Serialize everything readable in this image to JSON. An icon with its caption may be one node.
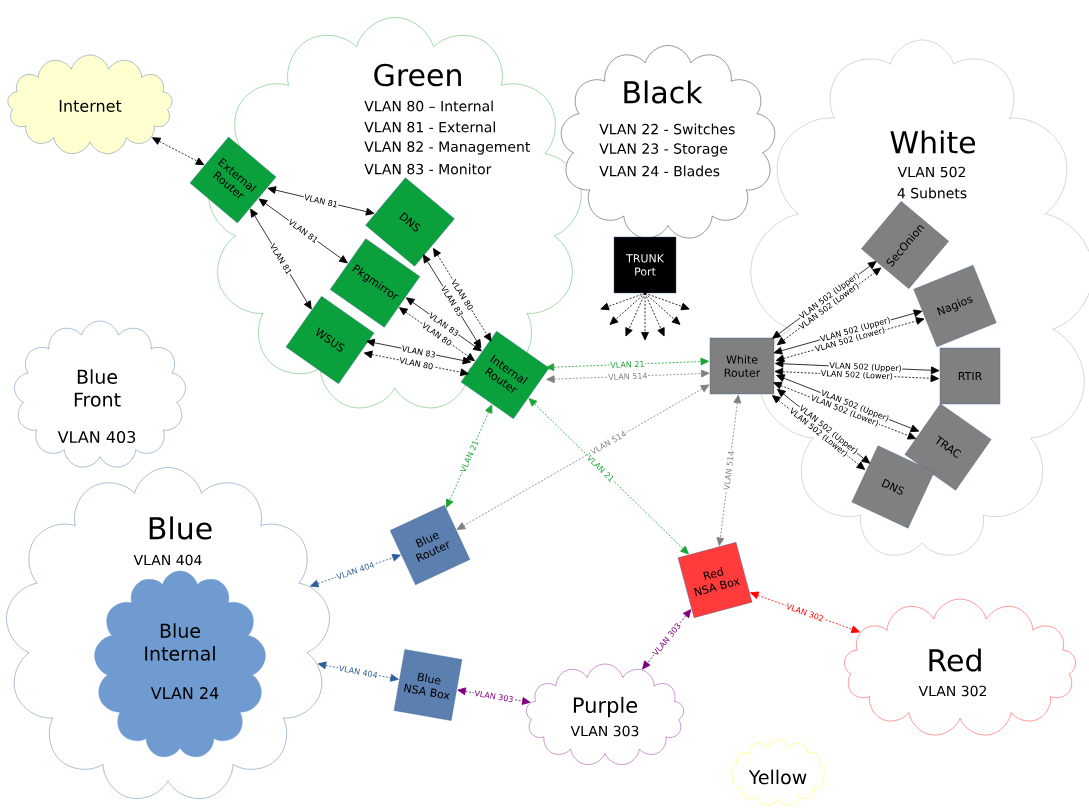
{
  "diagram": {
    "nodes": [
      {
        "text": [
          "Internet"
        ]
      },
      {
        "text": [
          "Green",
          "VLAN 80 – Internal",
          "VLAN 81 - External",
          "VLAN 82 - Management",
          "VLAN 83 - Monitor"
        ]
      },
      {
        "text": [
          "External Router"
        ]
      },
      {
        "text": [
          "DNS"
        ],
        "in": 1
      },
      {
        "text": [
          "Pkgmirror"
        ],
        "in": 1
      },
      {
        "text": [
          "WSUS"
        ],
        "in": 1
      },
      {
        "text": [
          "Internal Router"
        ]
      },
      {
        "text": [
          "Black",
          "VLAN 22 - Switches",
          "VLAN 23 - Storage",
          "VLAN 24 - Blades"
        ]
      },
      {
        "text": [
          "TRUNK Port"
        ]
      },
      {
        "text": [
          "White",
          "VLAN 502",
          "4 Subnets"
        ]
      },
      {
        "text": [
          "White Router"
        ]
      },
      {
        "text": [
          "SecOnion"
        ],
        "in": 9
      },
      {
        "text": [
          "Nagios"
        ],
        "in": 9
      },
      {
        "text": [
          "RTIR"
        ],
        "in": 9
      },
      {
        "text": [
          "TRAC"
        ],
        "in": 9
      },
      {
        "text": [
          "DNS"
        ],
        "in": 9
      },
      {
        "text": [
          "Blue Front",
          "VLAN 403"
        ]
      },
      {
        "text": [
          "Blue",
          "VLAN 404"
        ]
      },
      {
        "text": [
          "Blue Internal",
          "VLAN 24"
        ],
        "in": 17
      },
      {
        "text": [
          "Blue Router"
        ]
      },
      {
        "text": [
          "Blue NSA Box"
        ]
      },
      {
        "text": [
          "Red NSA Box"
        ]
      },
      {
        "text": [
          "Red",
          "VLAN 302"
        ]
      },
      {
        "text": [
          "Purple",
          "VLAN 303"
        ]
      },
      {
        "text": [
          "Yellow"
        ]
      }
    ],
    "edges": [
      {
        "from": 0,
        "to": 2,
        "arrow": "both",
        "style": "dashed"
      },
      {
        "from": 2,
        "to": 3,
        "arrow": "both",
        "label": "VLAN 81"
      },
      {
        "from": 2,
        "to": 4,
        "arrow": "both",
        "label": "VLAN 81"
      },
      {
        "from": 2,
        "to": 5,
        "arrow": "both",
        "label": "VLAN 81"
      },
      {
        "from": 3,
        "to": 6,
        "arrow": "both",
        "label": "VLAN 83"
      },
      {
        "from": 3,
        "to": 6,
        "arrow": "both",
        "label": "VLAN 80",
        "style": "dashed"
      },
      {
        "from": 4,
        "to": 6,
        "arrow": "both",
        "label": "VLAN 80",
        "style": "dashed"
      },
      {
        "from": 4,
        "to": 6,
        "arrow": "both",
        "label": "VLAN 83"
      },
      {
        "from": 5,
        "to": 6,
        "arrow": "both",
        "label": "VLAN 80",
        "style": "dashed"
      },
      {
        "from": 5,
        "to": 6,
        "arrow": "both",
        "label": "VLAN 83"
      },
      {
        "from": 6,
        "to": 10,
        "arrow": "both",
        "label": "VLAN 514",
        "style": "dashed",
        "color": "#808080"
      },
      {
        "from": 6,
        "to": 10,
        "arrow": "both",
        "label": "VLAN 21",
        "style": "dashed",
        "color": "#1aa535"
      },
      {
        "from": 6,
        "to": 19,
        "arrow": "both",
        "label": "VLAN 21",
        "style": "dashed",
        "color": "#1aa535"
      },
      {
        "from": 6,
        "to": 21,
        "arrow": "both",
        "label": "VLAN 21",
        "style": "dashed",
        "color": "#1aa535"
      },
      {
        "from": 10,
        "to": 19,
        "arrow": "both",
        "label": "VLAN 514",
        "style": "dashed",
        "color": "#808080"
      },
      {
        "from": 10,
        "to": 21,
        "arrow": "both",
        "label": "VLAN 514",
        "style": "dashed",
        "color": "#808080"
      },
      {
        "from": 10,
        "to": 11,
        "arrow": "both",
        "label": "VLAN 502 (Lower)",
        "style": "dashed"
      },
      {
        "from": 10,
        "to": 11,
        "arrow": "both",
        "label": "VLAN 502 (Upper)"
      },
      {
        "from": 10,
        "to": 12,
        "arrow": "both",
        "label": "VLAN 502 (Lower)",
        "style": "dashed"
      },
      {
        "from": 10,
        "to": 12,
        "arrow": "both",
        "label": "VLAN 502 (Upper)"
      },
      {
        "from": 10,
        "to": 13,
        "arrow": "both",
        "label": "VLAN 502 (Lower)",
        "style": "dashed"
      },
      {
        "from": 10,
        "to": 13,
        "arrow": "both",
        "label": "VLAN 502 (Upper)"
      },
      {
        "from": 10,
        "to": 14,
        "arrow": "both",
        "label": "VLAN 502 (Lower)",
        "style": "dashed"
      },
      {
        "from": 10,
        "to": 14,
        "arrow": "both",
        "label": "VLAN 502 (Upper)"
      },
      {
        "from": 10,
        "to": 15,
        "arrow": "both",
        "label": "VLAN 502 (Lower)",
        "style": "dashed"
      },
      {
        "from": 10,
        "to": 15,
        "arrow": "both",
        "label": "VLAN 502 (Upper)"
      },
      {
        "from": 17,
        "to": 19,
        "arrow": "both",
        "label": "VLAN 404",
        "style": "dashed",
        "color": "#2f5f98"
      },
      {
        "from": 17,
        "to": 20,
        "arrow": "both",
        "label": "VLAN 404",
        "style": "dashed",
        "color": "#2f5f98"
      },
      {
        "from": 20,
        "to": 23,
        "arrow": "both",
        "label": "VLAN 303",
        "style": "dashed",
        "color": "#800080"
      },
      {
        "from": 21,
        "to": 23,
        "arrow": "both",
        "label": "VLAN 303",
        "style": "dashed",
        "color": "#800080"
      },
      {
        "from": 21,
        "to": 22,
        "arrow": "both",
        "label": "VLAN 302",
        "style": "dashed",
        "color": "#ff0000"
      },
      {
        "from": 8,
        "to": null,
        "arrow": "to",
        "style": "dashed"
      },
      {
        "from": 8,
        "to": null,
        "arrow": "to",
        "style": "dashed"
      },
      {
        "from": 8,
        "to": null,
        "arrow": "to",
        "style": "dashed"
      },
      {
        "from": 8,
        "to": null,
        "arrow": "to",
        "style": "dashed"
      },
      {
        "from": 8,
        "to": null,
        "arrow": "to",
        "style": "dashed"
      },
      {
        "from": 8,
        "to": null,
        "arrow": "to",
        "style": "dashed"
      },
      {
        "from": 8,
        "to": null,
        "arrow": "to",
        "style": "dashed"
      }
    ]
  }
}
